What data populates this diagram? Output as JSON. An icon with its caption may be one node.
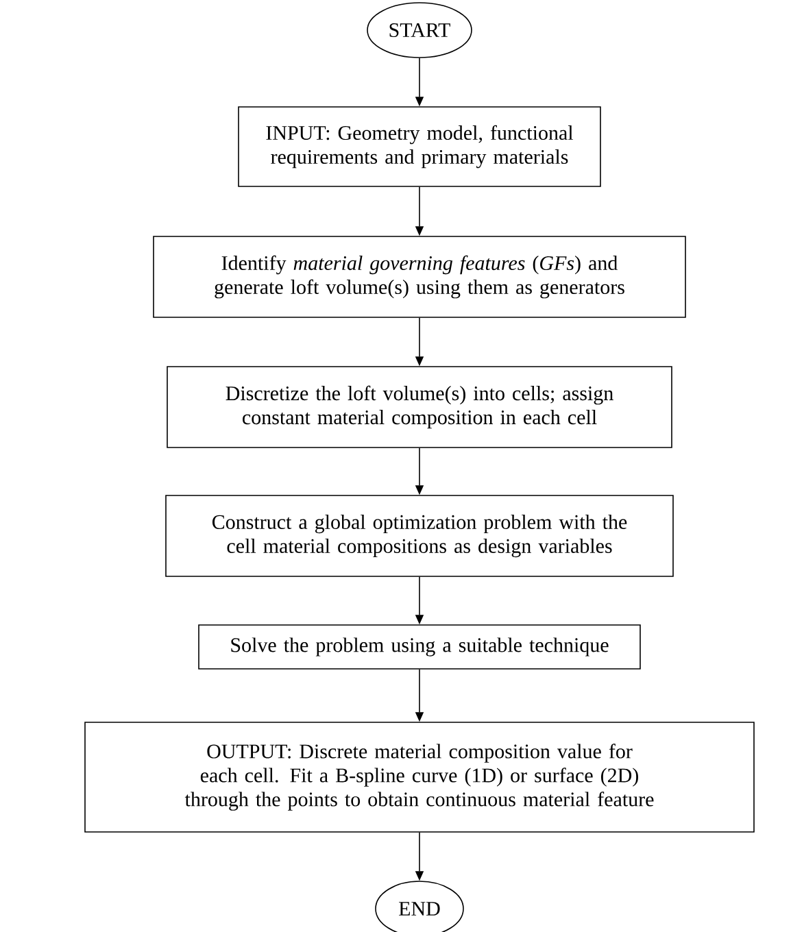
{
  "diagram": {
    "nodes": [
      {
        "text": [
          "START"
        ]
      },
      {
        "text": [
          "INPUT: Geometry model, functional requirements and primary materials"
        ]
      },
      {
        "text": [
          "Identify *material governing features* (*GFs*) and generate loft volume(s) using them as generators"
        ]
      },
      {
        "text": [
          "Discretize the loft volume(s) into cells; assign constant material composition in each cell"
        ]
      },
      {
        "text": [
          "Construct a global optimization problem with the cell material compositions as design variables"
        ]
      },
      {
        "text": [
          "Solve the problem using a suitable technique"
        ]
      },
      {
        "text": [
          "OUTPUT: Discrete material composition value for each cell. Fit a B-spline curve (1D) or surface (2D) through the points to obtain continuous material feature"
        ]
      },
      {
        "text": [
          "END"
        ]
      }
    ],
    "edges": [
      {
        "from": 0,
        "to": 1,
        "arrow": "to"
      },
      {
        "from": 1,
        "to": 2,
        "arrow": "to"
      },
      {
        "from": 2,
        "to": 3,
        "arrow": "to"
      },
      {
        "from": 3,
        "to": 4,
        "arrow": "to"
      },
      {
        "from": 4,
        "to": 5,
        "arrow": "to"
      },
      {
        "from": 5,
        "to": 6,
        "arrow": "to"
      },
      {
        "from": 6,
        "to": 7,
        "arrow": "to"
      }
    ]
  }
}
